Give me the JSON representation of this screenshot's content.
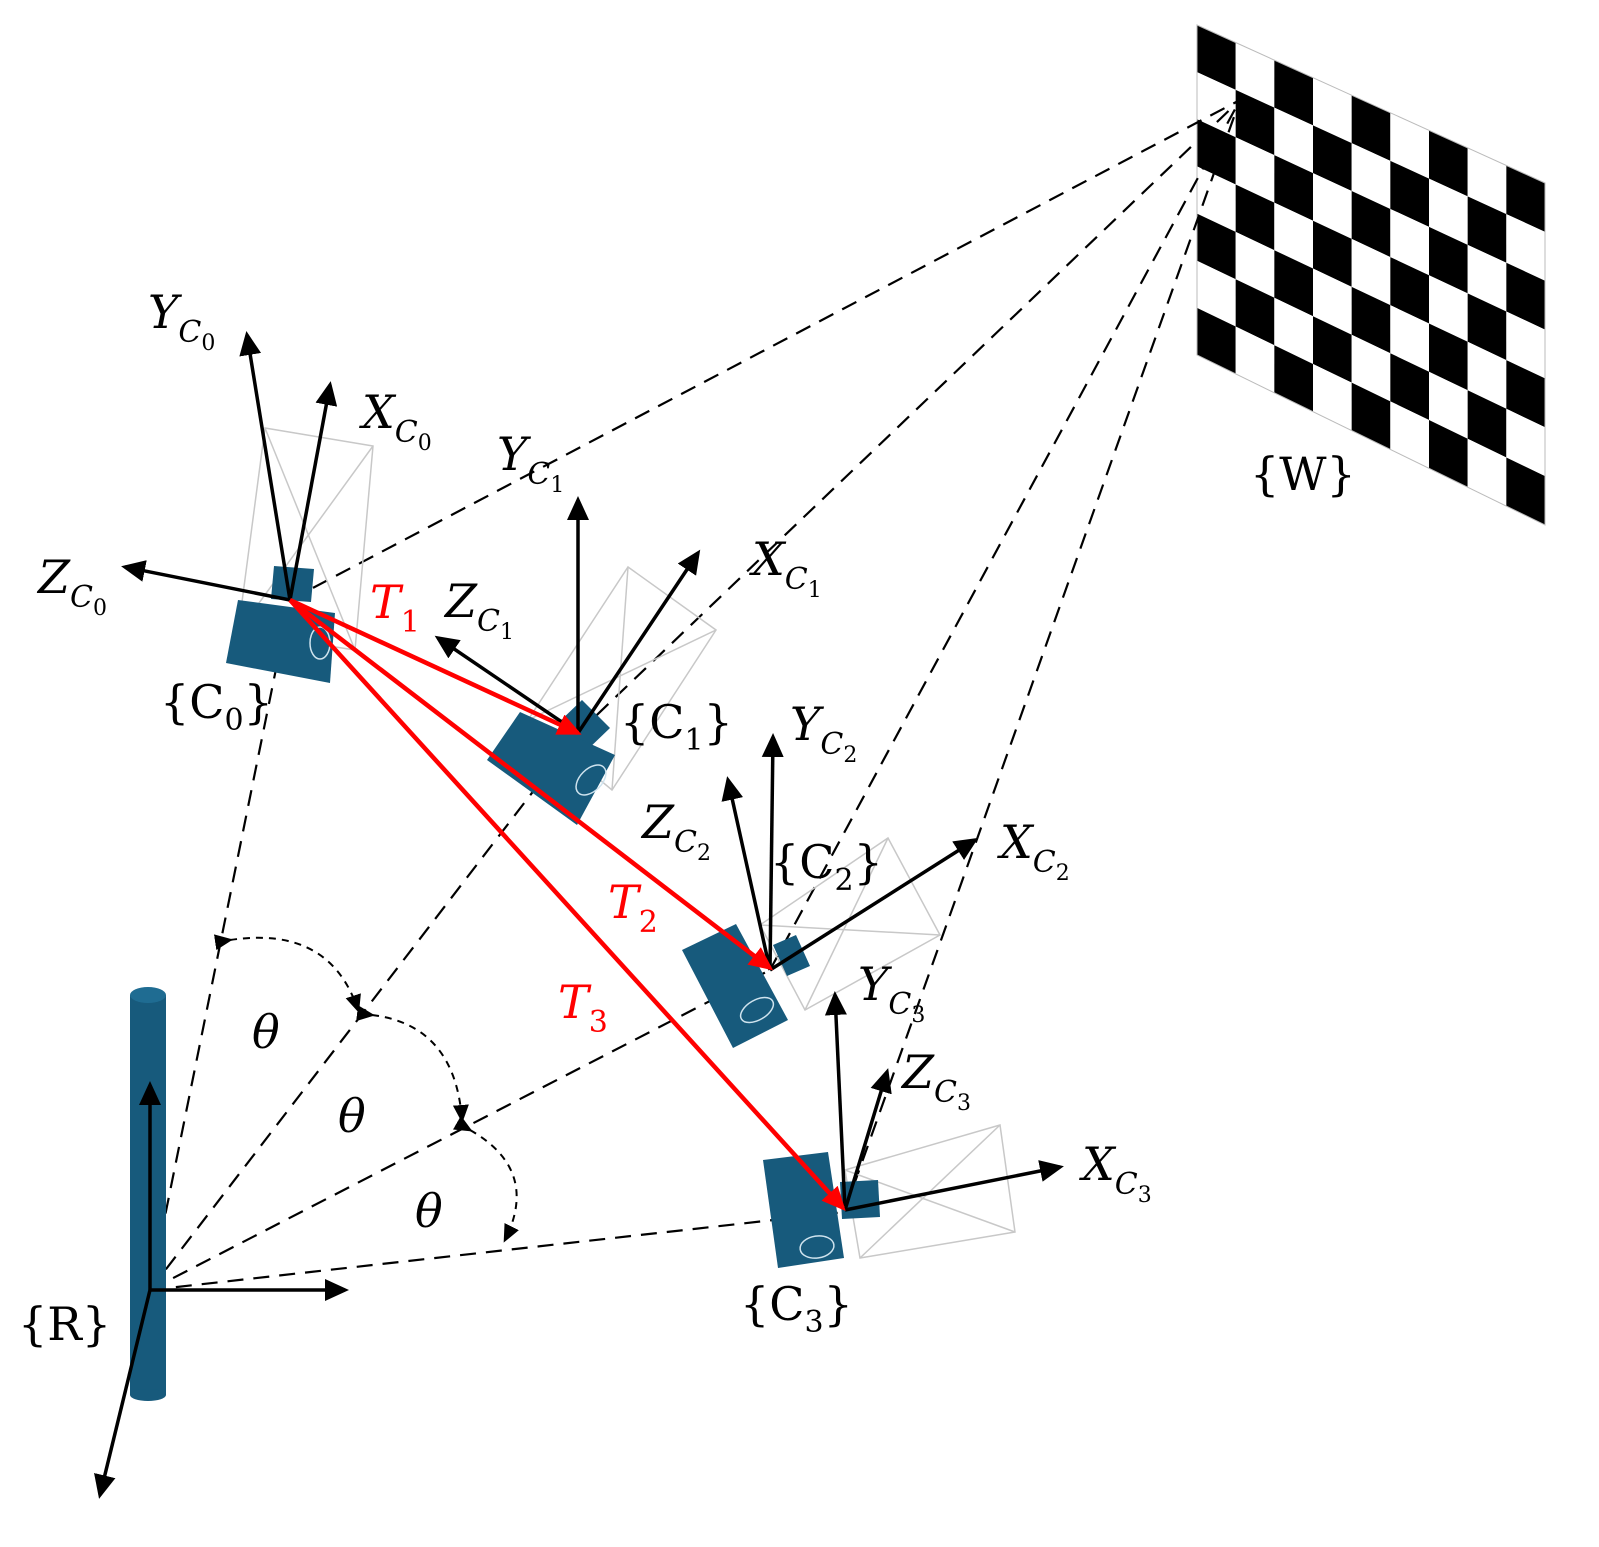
{
  "world_frame": "{W}",
  "robot_frame": "{R}",
  "cameras": [
    {
      "frame": "{C",
      "sub": "0",
      "axes": {
        "Y": {
          "base": "Y",
          "sub": "C",
          "subsub": "0"
        },
        "X": {
          "base": "X",
          "sub": "C",
          "subsub": "0"
        },
        "Z": {
          "base": "Z",
          "sub": "C",
          "subsub": "0"
        }
      }
    },
    {
      "frame": "{C",
      "sub": "1",
      "axes": {
        "Y": {
          "base": "Y",
          "sub": "C",
          "subsub": "1"
        },
        "X": {
          "base": "X",
          "sub": "C",
          "subsub": "1"
        },
        "Z": {
          "base": "Z",
          "sub": "C",
          "subsub": "1"
        }
      }
    },
    {
      "frame": "{C",
      "sub": "2",
      "axes": {
        "Y": {
          "base": "Y",
          "sub": "C",
          "subsub": "2"
        },
        "X": {
          "base": "X",
          "sub": "C",
          "subsub": "2"
        },
        "Z": {
          "base": "Z",
          "sub": "C",
          "subsub": "2"
        }
      }
    },
    {
      "frame": "{C",
      "sub": "3",
      "axes": {
        "Y": {
          "base": "Y",
          "sub": "C",
          "subsub": "3"
        },
        "X": {
          "base": "X",
          "sub": "C",
          "subsub": "3"
        },
        "Z": {
          "base": "Z",
          "sub": "C",
          "subsub": "3"
        }
      }
    }
  ],
  "transforms": [
    {
      "base": "T",
      "sub": "1"
    },
    {
      "base": "T",
      "sub": "2"
    },
    {
      "base": "T",
      "sub": "3"
    }
  ],
  "angle_label": "θ",
  "colors": {
    "camera_body": "#175a7c",
    "transform_arrow": "#ff0000",
    "axis": "#000000",
    "checker_dark": "#000000",
    "checker_light": "#ffffff"
  }
}
